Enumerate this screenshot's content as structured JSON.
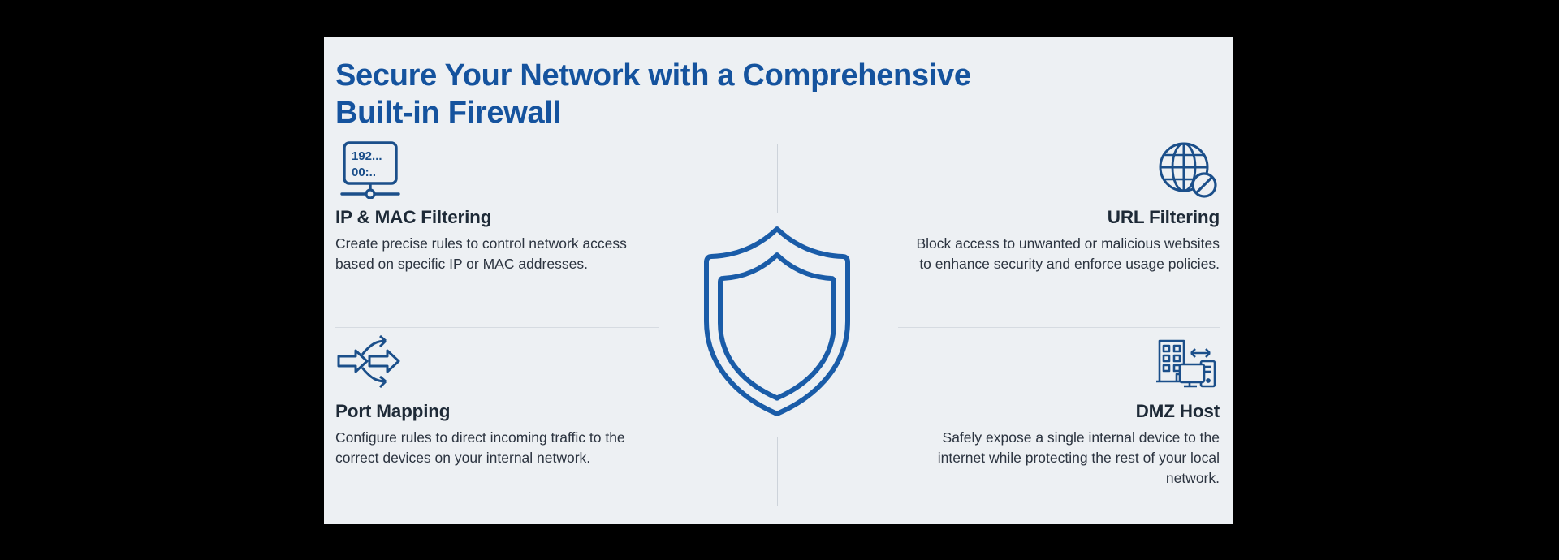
{
  "banner": {
    "title": "Secure Your Network with a Comprehensive Built-in Firewall",
    "title_line1": "Secure Your Network with a Comprehensive",
    "title_line2": "Built-in Firewall",
    "background_color": "#edf0f3",
    "title_color": "#15539e",
    "accent_color": "#1a5ca8",
    "heading_color": "#1e2a37",
    "body_color": "#2c3440",
    "divider_color": "#d6dbe1",
    "page_background": "#000000"
  },
  "center_graphic": {
    "icon": "shield-icon",
    "label": "firewall-shield"
  },
  "features": [
    {
      "id": "ip-mac-filtering",
      "icon": "ip-mac-address-box-icon",
      "icon_text_line1": "192...",
      "icon_text_line2": "00:..",
      "title": "IP & MAC Filtering",
      "description": "Create precise rules to control network access based on specific IP or MAC addresses.",
      "align": "left",
      "position": "top-left"
    },
    {
      "id": "url-filtering",
      "icon": "globe-blocked-icon",
      "title": "URL Filtering",
      "description": "Block access to unwanted or malicious websites to enhance security and enforce usage policies.",
      "align": "right",
      "position": "top-right"
    },
    {
      "id": "port-mapping",
      "icon": "split-arrows-icon",
      "title": "Port Mapping",
      "description": "Configure rules to direct incoming traffic to the correct devices on your internal network.",
      "align": "left",
      "position": "bottom-left"
    },
    {
      "id": "dmz-host",
      "icon": "building-computer-exchange-icon",
      "title": "DMZ Host",
      "description": "Safely expose a single internal device to the internet while protecting the rest of your local network.",
      "align": "right",
      "position": "bottom-right"
    }
  ]
}
